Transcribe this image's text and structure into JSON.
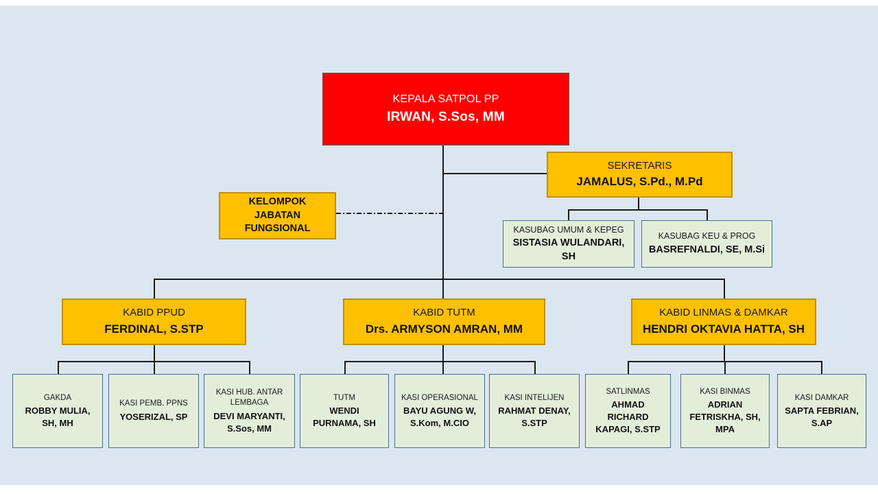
{
  "colors": {
    "background": "#dce6f1",
    "red_fill": "#fe0000",
    "red_border": "#953735",
    "orange_fill": "#ffc000",
    "orange_border": "#bf9000",
    "green_fill": "#e3eeda",
    "green_border": "#44708e",
    "line": "#1a1a1a"
  },
  "nodes": {
    "kepala": {
      "title": "KEPALA SATPOL PP",
      "name": "IRWAN, S.Sos,  MM"
    },
    "sekretaris": {
      "title": "SEKRETARIS",
      "name": "JAMALUS, S.Pd., M.Pd"
    },
    "fungsional": {
      "title": "KELOMPOK JABATAN FUNGSIONAL"
    },
    "kasubag_umum": {
      "title": "KASUBAG  UMUM & KEPEG",
      "name": "SISTASIA WULANDARI, SH"
    },
    "kasubag_keu": {
      "title": "KASUBAG  KEU & PROG",
      "name": "BASREFNALDI, SE, M.Si"
    },
    "kabid_ppud": {
      "title": "KABID PPUD",
      "name": "FERDINAL, S.STP"
    },
    "kabid_tutm": {
      "title": "KABID TUTM",
      "name": "Drs.  ARMYSON AMRAN, MM"
    },
    "kabid_linmas": {
      "title": "KABID LINMAS & DAMKAR",
      "name": "HENDRI OKTAVIA  HATTA,  SH"
    },
    "gakda": {
      "title": "GAKDA",
      "name": "ROBBY MULIA, SH, MH"
    },
    "kasi_pemb_ppns": {
      "title": "KASI PEMB.  PPNS",
      "name": "YOSERIZAL, SP"
    },
    "kasi_hub": {
      "title": "KASI HUB.  ANTAR LEMBAGA",
      "name": "DEVI MARYANTI, S.Sos,  MM"
    },
    "tutm": {
      "title": "TUTM",
      "name": "WENDI PURNAMA, SH"
    },
    "kasi_operasional": {
      "title": "KASI OPERASIONAL",
      "name": "BAYU AGUNG W, S.Kom, M.CIO"
    },
    "kasi_intelijen": {
      "title": "KASI  INTELIJEN",
      "name": "RAHMAT  DENAY, S.STP"
    },
    "satlinmas": {
      "title": "SATLINMAS",
      "name": "AHMAD RICHARD KAPAGI, S.STP"
    },
    "kasi_binmas": {
      "title": "KASI BINMAS",
      "name": "ADRIAN FETRISKHA, SH, MPA"
    },
    "kasi_damkar": {
      "title": "KASI DAMKAR",
      "name": "SAPTA FEBRIAN, S.AP"
    }
  }
}
